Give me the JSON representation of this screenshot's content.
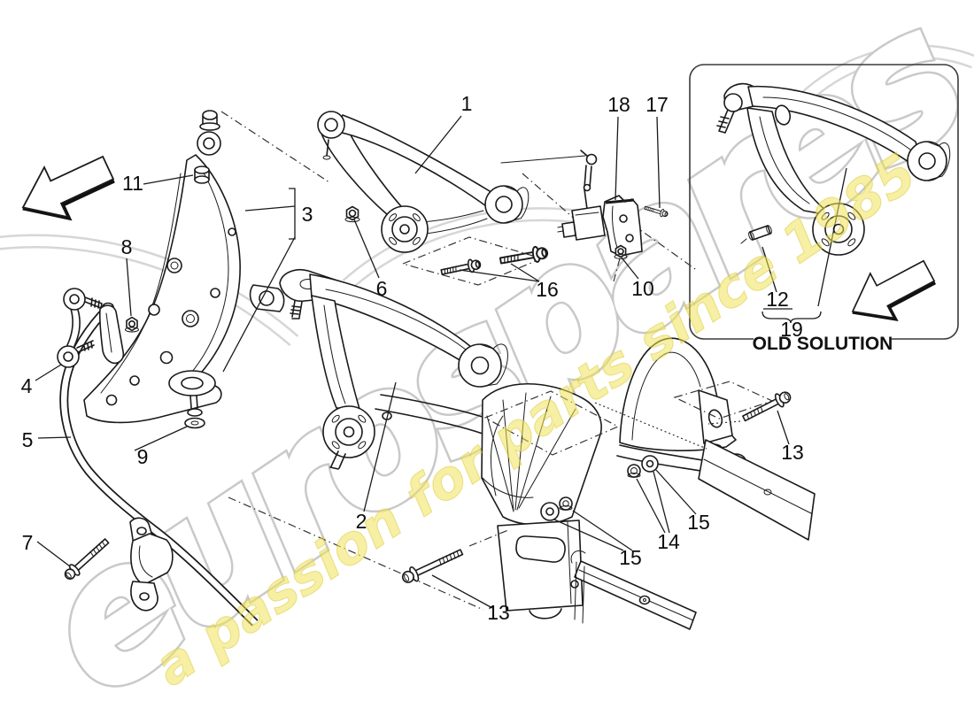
{
  "page": {
    "background": "#ffffff"
  },
  "watermarks": {
    "brand_text": "eurospares",
    "tagline_text": "a passion for parts since 1985",
    "brand_outline_color": "#c9c9c9",
    "tagline_color": "#efe25a"
  },
  "inset": {
    "title": "OLD SOLUTION"
  },
  "callouts": {
    "c1": "1",
    "c2": "2",
    "c3": "3",
    "c4": "4",
    "c5": "5",
    "c6": "6",
    "c7": "7",
    "c8": "8",
    "c9": "9",
    "c10": "10",
    "c11": "11",
    "c12": "12",
    "c13a": "13",
    "c13b": "13",
    "c14": "14",
    "c15a": "15",
    "c15b": "15",
    "c16": "16",
    "c17": "17",
    "c18": "18",
    "c19": "19"
  },
  "style": {
    "line_color": "#1a1a1a"
  }
}
